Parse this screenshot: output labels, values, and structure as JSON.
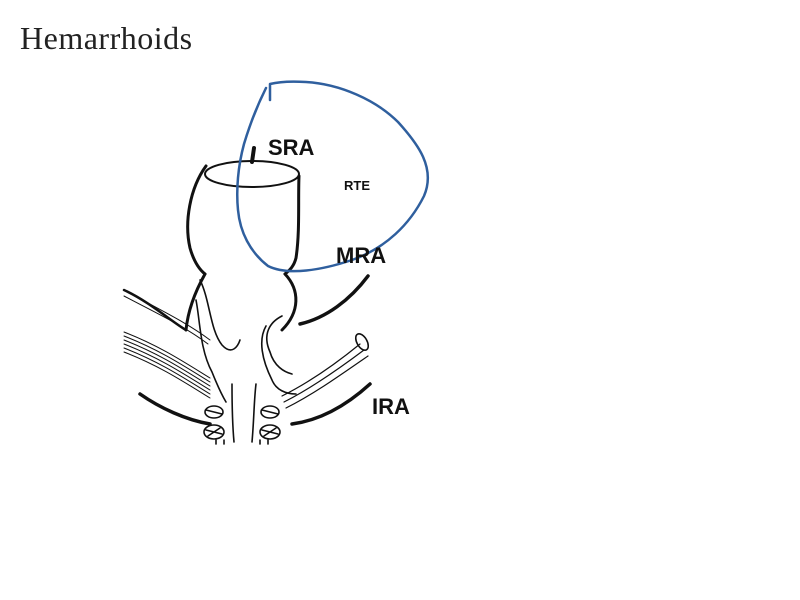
{
  "title": "Hemarrhoids",
  "diagram": {
    "labels": {
      "sra": "SRA",
      "mra": "MRA",
      "ira": "IRA"
    },
    "annotation": {
      "text": "RTE",
      "color": "#2f5f9e"
    }
  }
}
